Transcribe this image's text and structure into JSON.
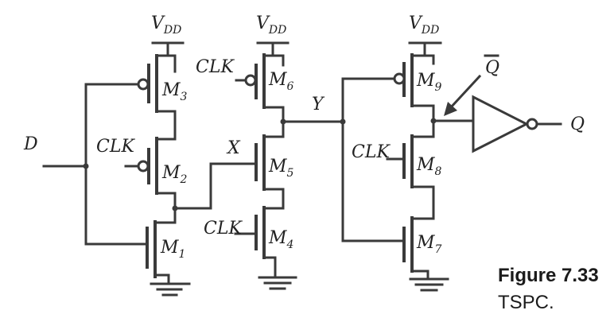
{
  "labels": {
    "vdd": "V",
    "vdd_sub": "DD",
    "clk": "CLK",
    "d": "D",
    "x": "X",
    "y": "Y",
    "q": "Q",
    "qbar": "Q",
    "m": "M",
    "m1": "1",
    "m2": "2",
    "m3": "3",
    "m4": "4",
    "m5": "5",
    "m6": "6",
    "m7": "7",
    "m8": "8",
    "m9": "9"
  },
  "caption": {
    "figure": "Figure 7.33",
    "text": "TSPC."
  },
  "colors": {
    "wire": "#3a3a3a",
    "text": "#222222"
  }
}
